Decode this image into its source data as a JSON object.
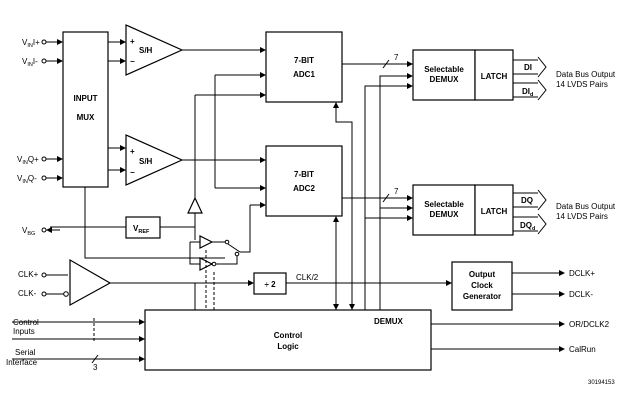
{
  "inputs": {
    "vin_plus": "V",
    "vin_plus_sub": "IN",
    "vin_plus_suffix": "I+",
    "vin_minus": "V",
    "vin_minus_sub": "IN",
    "vin_minus_suffix": "I-",
    "vinq_plus": "V",
    "vinq_plus_sub": "IN",
    "vinq_plus_suffix": "Q+",
    "vinq_minus": "V",
    "vinq_minus_sub": "IN",
    "vinq_minus_suffix": "Q-",
    "vbg": "V",
    "vbg_sub": "BG",
    "clk_plus": "CLK+",
    "clk_minus": "CLK-",
    "control_inputs_line1": "Control",
    "control_inputs_line2": "Inputs",
    "serial_line1": "Serial",
    "serial_line2": "Interface",
    "serial_bus_width": "3"
  },
  "blocks": {
    "input_mux_line1": "INPUT",
    "input_mux_line2": "MUX",
    "sh_top": "S/H",
    "sh_bottom": "S/H",
    "adc1_line1": "7-BIT",
    "adc1_line2": "ADC1",
    "adc2_line1": "7-BIT",
    "adc2_line2": "ADC2",
    "vref": "V",
    "vref_sub": "REF",
    "div2": "÷ 2",
    "clk_half": "CLK/2",
    "demux1_line1": "Selectable",
    "demux1_line2": "DEMUX",
    "latch1": "LATCH",
    "demux2_line1": "Selectable",
    "demux2_line2": "DEMUX",
    "latch2": "LATCH",
    "bus_width_top": "7",
    "bus_width_bottom": "7",
    "occ_line1": "Output",
    "occ_line2": "Clock",
    "occ_line3": "Generator",
    "control_line1": "Control",
    "control_line2": "Logic",
    "demux_label": "DEMUX",
    "plus_sign": "+",
    "minus_sign": "−"
  },
  "outputs": {
    "di": "DI",
    "did": "DI",
    "did_sub": "d",
    "dq": "DQ",
    "dqd": "DQ",
    "dqd_sub": "d",
    "bus_top_line1": "Data Bus Output",
    "bus_top_line2": "14 LVDS Pairs",
    "bus_bottom_line1": "Data Bus Output",
    "bus_bottom_line2": "14 LVDS Pairs",
    "dclk_plus": "DCLK+",
    "dclk_minus": "DCLK-",
    "or_dclk2": "OR/DCLK2",
    "calrun": "CalRun"
  },
  "figure_id": "30194153"
}
